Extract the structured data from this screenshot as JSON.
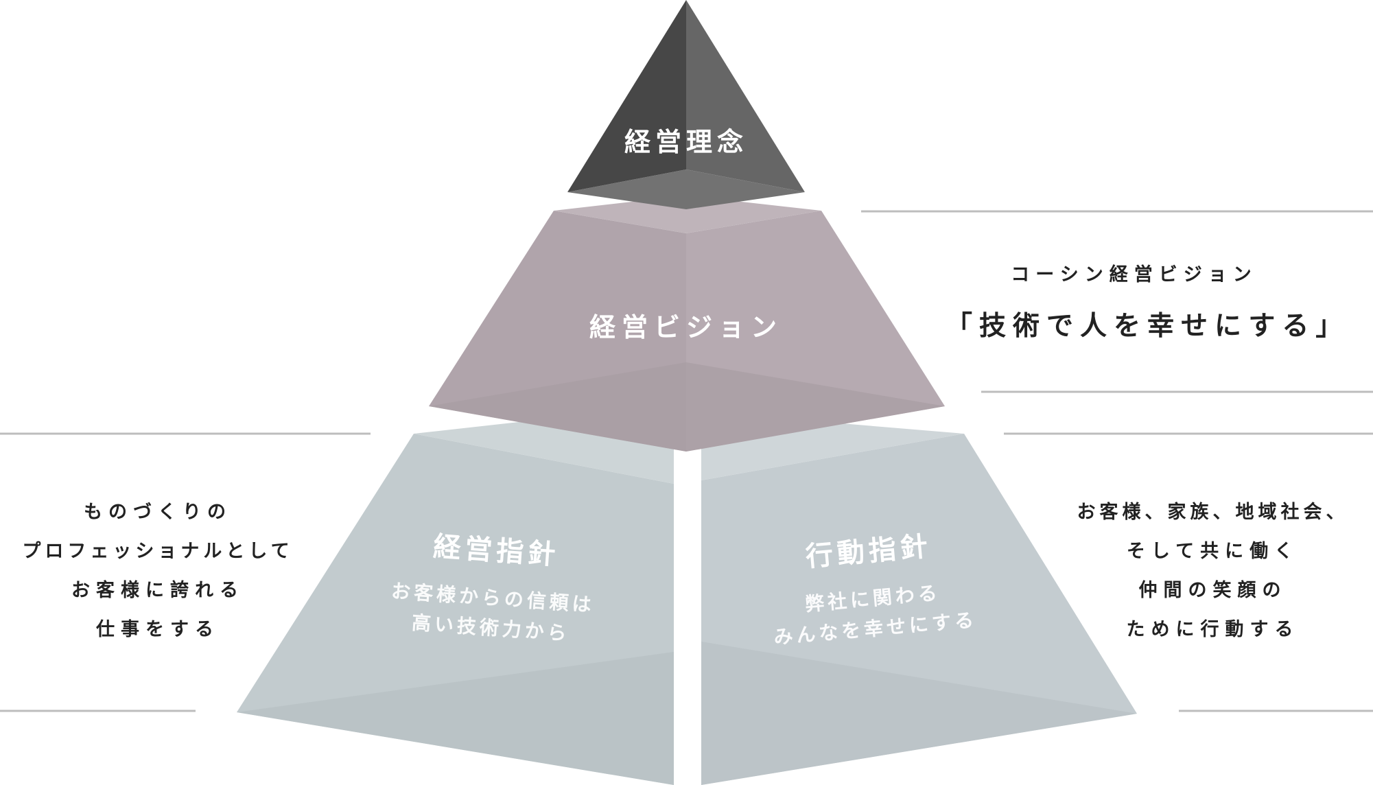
{
  "pyramid": {
    "top_label": "経営理念",
    "middle_label": "経営ビジョン",
    "bottom_left": {
      "title": "経営指針",
      "lines": [
        "お客様からの信頼は",
        "高い技術力から"
      ]
    },
    "bottom_right": {
      "title": "行動指針",
      "lines": [
        "弊社に関わる",
        "みんなを幸せにする"
      ]
    }
  },
  "vision": {
    "subtitle": "コーシン経営ビジョン",
    "statement": "「技術で人を幸せにする」"
  },
  "left_note": {
    "lines": [
      "ものづくりの",
      "プロフェッショナルとして",
      "お客様に誇れる",
      "仕事をする"
    ]
  },
  "right_note": {
    "lines": [
      "お客様、家族、地域社会、",
      "そして共に働く",
      "仲間の笑顔の",
      "ために行動する"
    ]
  },
  "colors": {
    "top_dark": "#474747",
    "top_light": "#666666",
    "middle": "#b0a4ab",
    "bottom": "#c2cbce",
    "rule": "#bdbdbd",
    "text": "#222222"
  }
}
